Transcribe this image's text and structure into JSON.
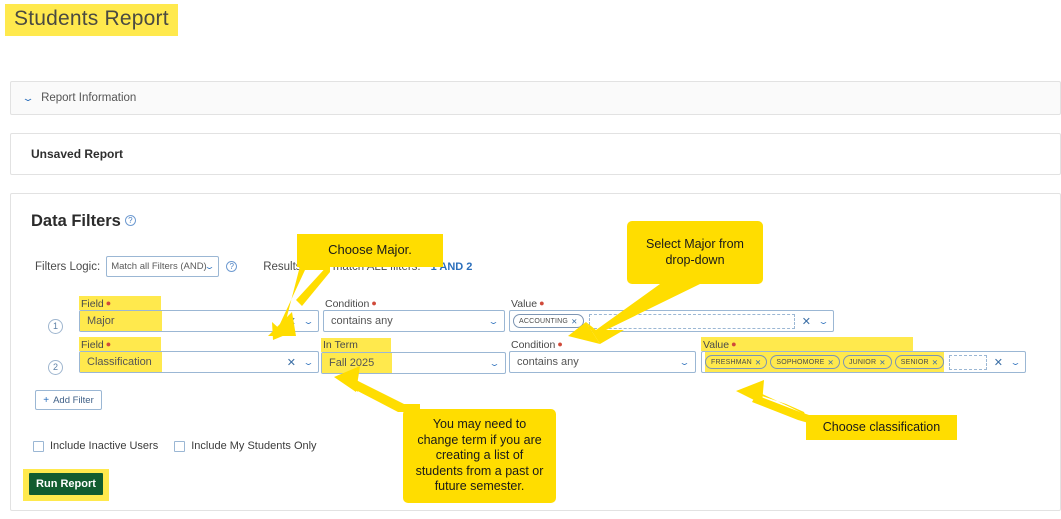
{
  "page": {
    "title": "Students Report"
  },
  "report_information": {
    "label": "Report Information",
    "chevron": "⌄",
    "icon_name": "chevron-down-icon"
  },
  "unsaved": {
    "label": "Unsaved Report"
  },
  "data_filters": {
    "title": "Data Filters",
    "help_glyph": "?",
    "filters_logic_label": "Filters Logic:",
    "filters_logic_value": "Match all Filters (AND)",
    "results_text": "Results must match ALL filters:",
    "and_link": "1 AND 2",
    "rows": [
      {
        "number": "1",
        "field_label": "Field",
        "field_value": "Major",
        "condition_label": "Condition",
        "condition_value": "contains any",
        "value_label": "Value",
        "chips": [
          "Accounting"
        ]
      },
      {
        "number": "2",
        "field_label": "Field",
        "field_value": "Classification",
        "term_label": "In Term",
        "term_value": "Fall 2025",
        "condition_label": "Condition",
        "condition_value": "contains any",
        "value_label": "Value",
        "chips": [
          "Freshman",
          "Sophomore",
          "Junior",
          "Senior"
        ]
      }
    ],
    "add_filter_label": "Add Filter",
    "add_filter_plus": "+",
    "checkbox_inactive": "Include Inactive Users",
    "checkbox_mystudents": "Include My Students Only",
    "run_report_label": "Run Report",
    "clear_glyph": "✕",
    "chevron_glyph": "⌄",
    "chip_x_glyph": "✕"
  },
  "annotations": {
    "choose_major": "Choose Major.",
    "select_major": "Select Major from drop-down",
    "change_term": "You may need to change term if you are creating a list of students from a past or future semester.",
    "choose_classification": "Choose classification"
  },
  "colors": {
    "highlight": "#ffe94d",
    "callout": "#ffdd00",
    "run_report_bg": "#125c30",
    "link": "#2a6ebb",
    "border": "#9bb7d4"
  }
}
